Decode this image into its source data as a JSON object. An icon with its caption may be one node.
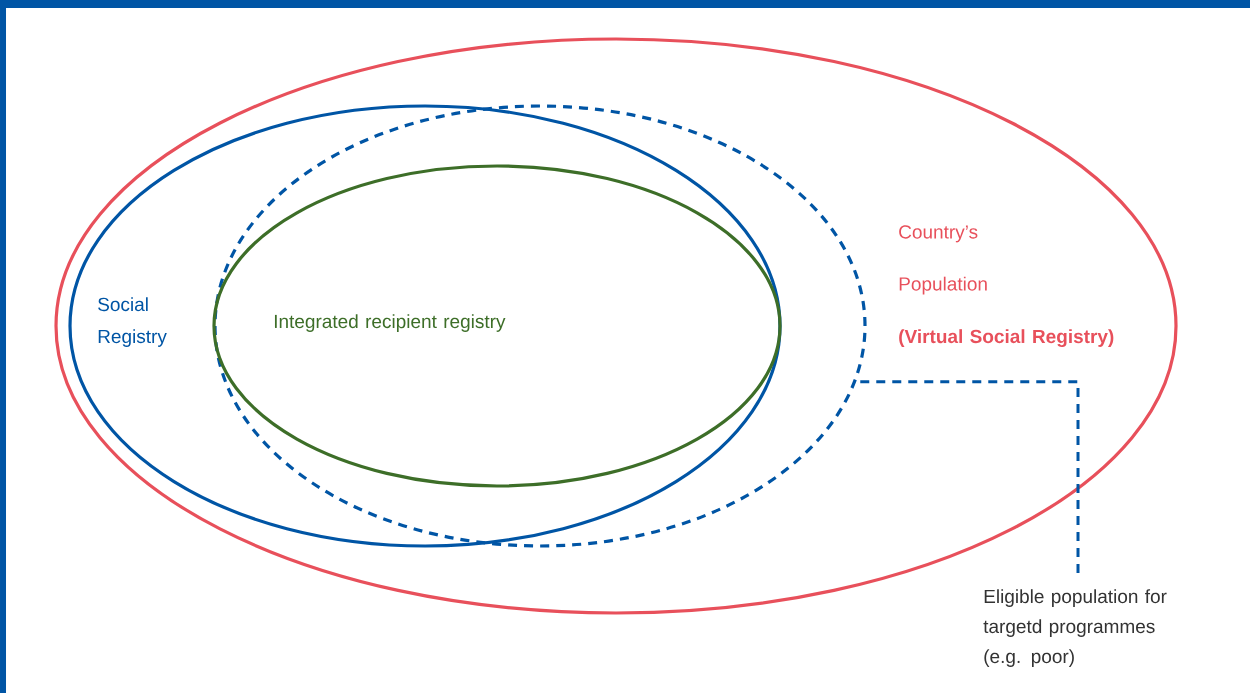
{
  "diagram": {
    "nodes": [
      {
        "text": [
          "Country’s Population",
          "(Virtual Social Registry)"
        ]
      },
      {
        "text": [
          "Social Registry"
        ],
        "in": 0
      },
      {
        "text": [],
        "shape": "ellipse",
        "in": 0
      },
      {
        "text": [
          "Integrated recipient registry"
        ],
        "in": 2
      },
      {
        "text": [
          "Eligible population for targetd programmes (e.g. poor)"
        ]
      }
    ],
    "edges": [
      {
        "from": 4,
        "to": 2,
        "arrow": "none",
        "style": "dashed",
        "color": "#0055a5"
      }
    ]
  }
}
